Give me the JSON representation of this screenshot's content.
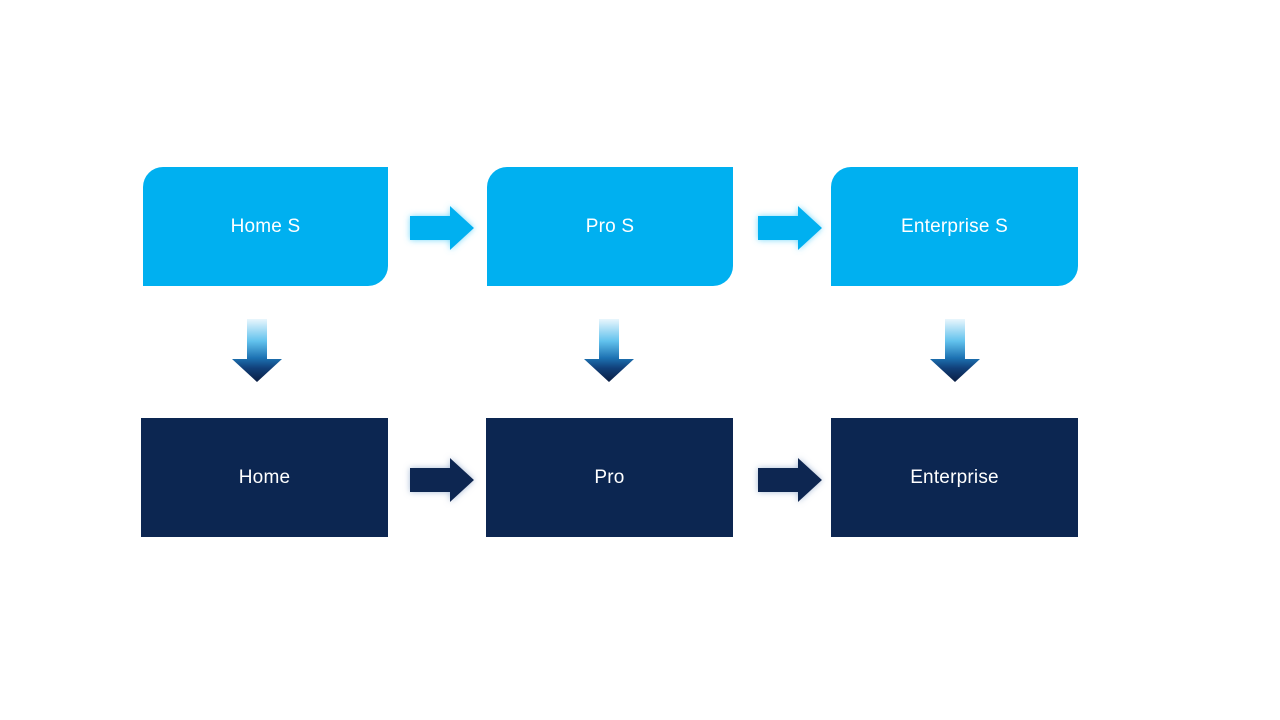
{
  "diagram": {
    "type": "flow",
    "description": "Two-tier product edition flow: S editions map down to standard editions, each tier progressing left to right",
    "top_row": [
      {
        "label": "Home S"
      },
      {
        "label": "Pro S"
      },
      {
        "label": "Enterprise S"
      }
    ],
    "bottom_row": [
      {
        "label": "Home"
      },
      {
        "label": "Pro"
      },
      {
        "label": "Enterprise"
      }
    ],
    "connectors": {
      "horizontal_top": "right-arrow between each top node",
      "horizontal_bottom": "right-arrow between each bottom node",
      "vertical": "gradient down-arrow from each top node to the bottom node below it"
    },
    "colors": {
      "canvas_bg": "#FFFFFF",
      "node_text": "#FFFFFF",
      "node_top_fill": "#00B0F0",
      "node_bottom_fill": "#0C2651",
      "top_arrow_fill": "#00B0F0",
      "top_arrow_glow": "#6FD8FB",
      "bottom_arrow_fill": "#0C2651",
      "bottom_arrow_glow": "#9FB3D1",
      "down_arrow_gradient": [
        "#E9F6FD",
        "#62C2ED",
        "#1D72B2",
        "#11407A",
        "#0A1D42"
      ]
    }
  }
}
